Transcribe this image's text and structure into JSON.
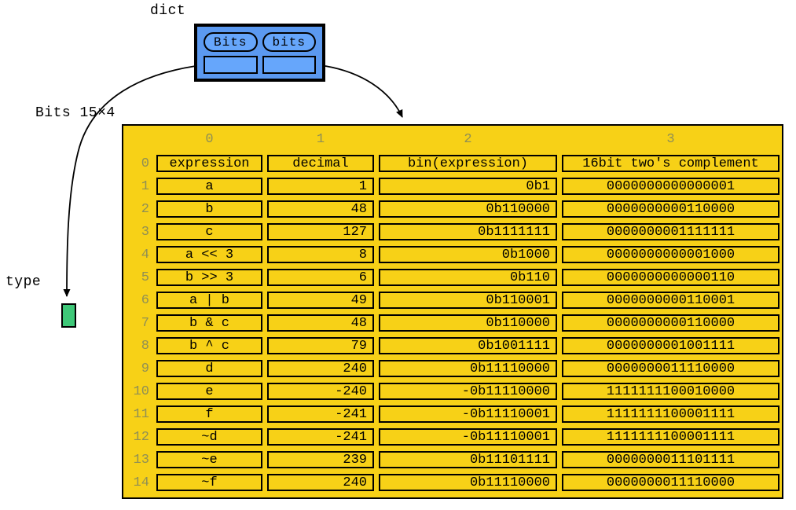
{
  "labels": {
    "dict_type": "dict",
    "list_ref": "Bits 15×4",
    "type_ref": "type"
  },
  "dict_box": {
    "keys": [
      "Bits",
      "bits"
    ]
  },
  "list_table": {
    "col_headers": [
      "0",
      "1",
      "2",
      "3"
    ],
    "row_indices": [
      "0",
      "1",
      "2",
      "3",
      "4",
      "5",
      "6",
      "7",
      "8",
      "9",
      "10",
      "11",
      "12",
      "13",
      "14"
    ],
    "rows": [
      [
        "expression",
        "decimal",
        "bin(expression)",
        "16bit two's complement"
      ],
      [
        "a",
        "1",
        "0b1",
        "0000000000000001"
      ],
      [
        "b",
        "48",
        "0b110000",
        "0000000000110000"
      ],
      [
        "c",
        "127",
        "0b1111111",
        "0000000001111111"
      ],
      [
        "a << 3",
        "8",
        "0b1000",
        "0000000000001000"
      ],
      [
        "b >> 3",
        "6",
        "0b110",
        "0000000000000110"
      ],
      [
        "a | b",
        "49",
        "0b110001",
        "0000000000110001"
      ],
      [
        "b & c",
        "48",
        "0b110000",
        "0000000000110000"
      ],
      [
        "b ^ c",
        "79",
        "0b1001111",
        "0000000001001111"
      ],
      [
        "d",
        "240",
        "0b11110000",
        "0000000011110000"
      ],
      [
        "e",
        "-240",
        "-0b11110000",
        "1111111100010000"
      ],
      [
        "f",
        "-241",
        "-0b11110001",
        "1111111100001111"
      ],
      [
        "~d",
        "-241",
        "-0b11110001",
        "1111111100001111"
      ],
      [
        "~e",
        "239",
        "0b11101111",
        "0000000011101111"
      ],
      [
        "~f",
        "240",
        "0b11110000",
        "0000000011110000"
      ]
    ]
  },
  "colors": {
    "dict_fill": "#5b99f0",
    "dict_key_fill": "#66a6fb",
    "dict_val_fill": "#66a6fb",
    "list_fill": "#f7d117",
    "type_fill": "#3ec878",
    "index_text": "#8f8f55",
    "arrow": "#000000"
  }
}
